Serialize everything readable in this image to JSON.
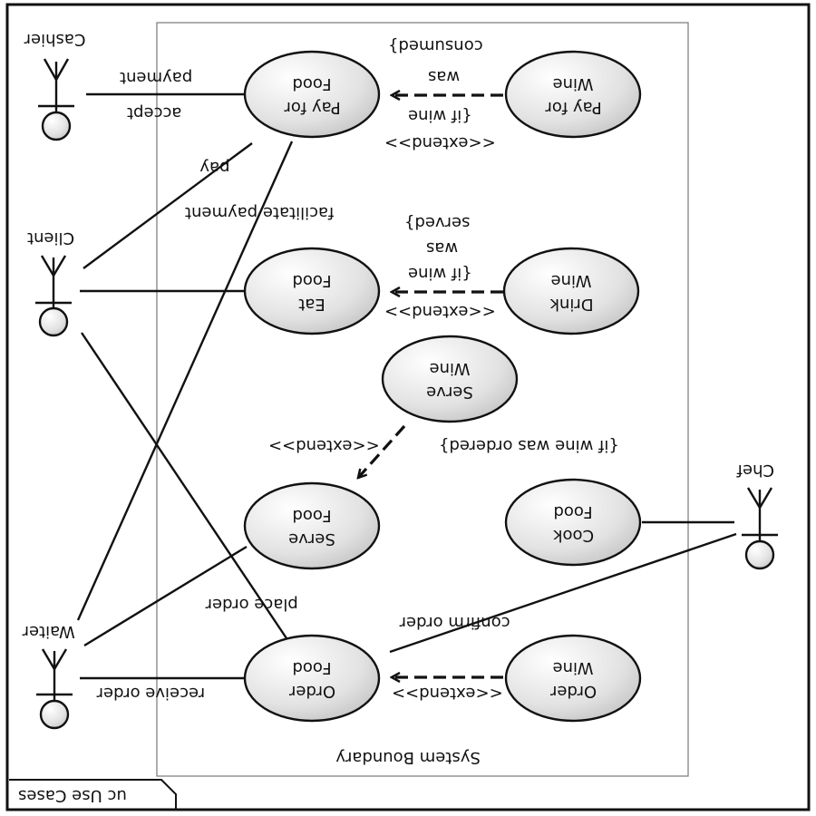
{
  "frame": {
    "tab_label": "uc Use Cases"
  },
  "system_boundary": {
    "label": "System Boundary"
  },
  "actors": [
    {
      "id": "cashier",
      "label": "Cashier"
    },
    {
      "id": "client",
      "label": "Client"
    },
    {
      "id": "waiter",
      "label": "Waiter"
    },
    {
      "id": "chef",
      "label": "Chef"
    }
  ],
  "use_cases": [
    {
      "id": "pay_food",
      "line1": "Pay for",
      "line2": "Food"
    },
    {
      "id": "pay_wine",
      "line1": "Pay for",
      "line2": "Wine"
    },
    {
      "id": "eat_food",
      "line1": "Eat",
      "line2": "Food"
    },
    {
      "id": "drink_wine",
      "line1": "Drink",
      "line2": "Wine"
    },
    {
      "id": "serve_wine",
      "line1": "Serve",
      "line2": "Wine"
    },
    {
      "id": "serve_food",
      "line1": "Serve",
      "line2": "Food"
    },
    {
      "id": "cook_food",
      "line1": "Cook",
      "line2": "Food"
    },
    {
      "id": "order_food",
      "line1": "Order",
      "line2": "Food"
    },
    {
      "id": "order_wine",
      "line1": "Order",
      "line2": "Wine"
    }
  ],
  "association_labels": {
    "accept_payment_1": "accept",
    "accept_payment_2": "payment",
    "pay": "pay",
    "facilitate_payment": "facilitate payment",
    "place_order": "place order",
    "receive_order": "receive order",
    "confirm_order": "confirm order"
  },
  "extend_relations": {
    "stereotype": "<<extend>>",
    "pay_wine_condition": [
      "{if wine",
      "was",
      "consumed}"
    ],
    "drink_wine_condition": [
      "{if wine",
      "was",
      "served}"
    ],
    "serve_wine_condition": "{if wine was ordered}"
  }
}
